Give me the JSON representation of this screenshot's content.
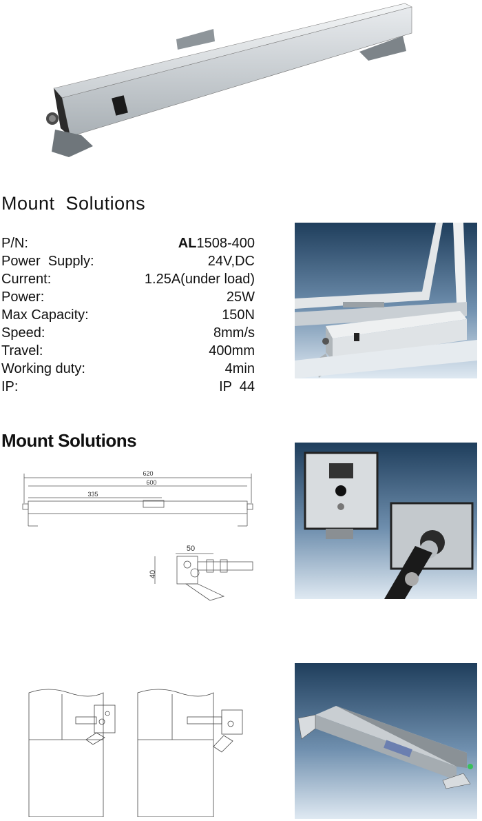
{
  "section1_title": "Mount  Solutions",
  "section2_title": "Mount Solutions",
  "specs": [
    {
      "label": "P/N:",
      "value_bold": "AL",
      "value": "1508-400"
    },
    {
      "label": "Power  Supply:",
      "value_bold": "",
      "value": "24V,DC"
    },
    {
      "label": "Current:",
      "value_bold": "",
      "value": "1.25A(under load)"
    },
    {
      "label": "Power:",
      "value_bold": "",
      "value": "25W"
    },
    {
      "label": "Max Capacity:",
      "value_bold": "",
      "value": "150N"
    },
    {
      "label": "Speed:",
      "value_bold": "",
      "value": "8mm/s"
    },
    {
      "label": "Travel:",
      "value_bold": "",
      "value": "400mm"
    },
    {
      "label": "Working duty:",
      "value_bold": "",
      "value": "4min"
    },
    {
      "label": "IP:",
      "value_bold": "",
      "value": "IP  44"
    }
  ],
  "drawing": {
    "dim_overall": "620",
    "dim_body": "600",
    "dim_stroke": "335",
    "dim_width": "50",
    "dim_height": "40"
  },
  "colors": {
    "photo_bg_top": "#1f3e5c",
    "photo_bg_bottom": "#dfe9f2",
    "aluminium": "#d9dde0"
  }
}
